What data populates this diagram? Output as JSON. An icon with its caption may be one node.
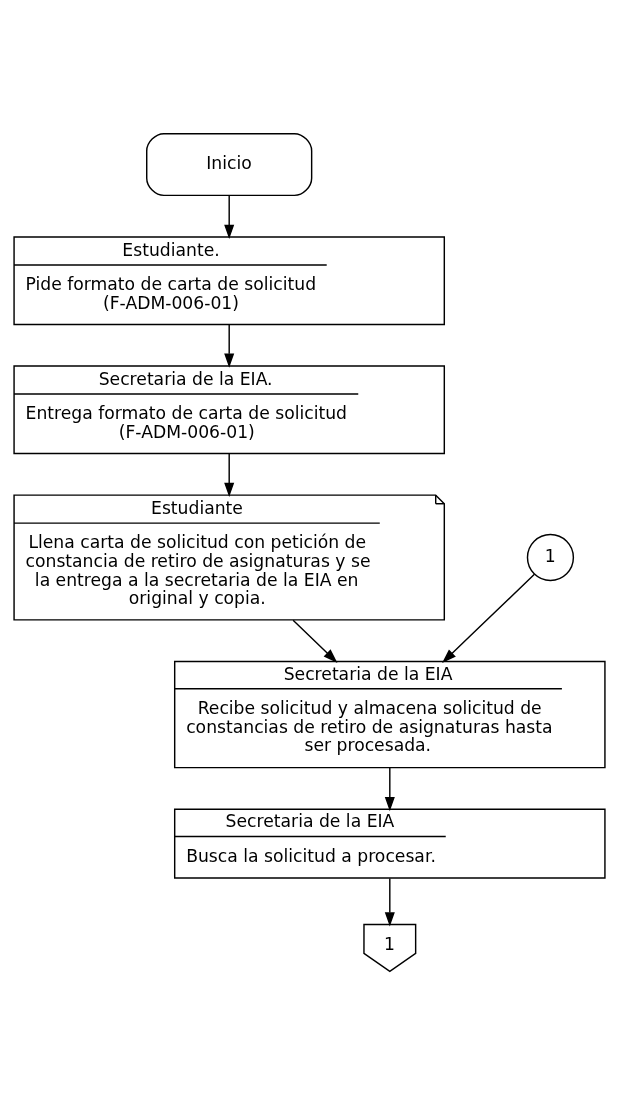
{
  "diagram": {
    "nodes": [
      {
        "text": [
          "Inicio"
        ]
      },
      {
        "text": [
          "Estudiante.",
          "Pide formato de carta de solicitud (F-ADM-006-01)"
        ]
      },
      {
        "text": [
          "Secretaria de la EIA.",
          "Entrega formato de carta de solicitud (F-ADM-006-01)"
        ]
      },
      {
        "text": [
          "Estudiante",
          "Llena carta de solicitud con petición de constancia de retiro de asignaturas y se la entrega a la secretaria de la EIA en original y copia."
        ]
      },
      {
        "text": [
          "1"
        ]
      },
      {
        "text": [
          "Secretaria de la EIA",
          "Recibe solicitud y almacena solicitud de constancias de retiro de asignaturas hasta ser procesada."
        ]
      },
      {
        "text": [
          "Secretaria de la EIA",
          "Busca la solicitud a procesar."
        ]
      },
      {
        "text": [
          "1"
        ]
      }
    ],
    "edges": [
      {
        "from": 0,
        "to": 1,
        "arrow": "to"
      },
      {
        "from": 1,
        "to": 2,
        "arrow": "to"
      },
      {
        "from": 2,
        "to": 3,
        "arrow": "to"
      },
      {
        "from": 3,
        "to": 5,
        "arrow": "to"
      },
      {
        "from": 4,
        "to": 5,
        "arrow": "to"
      },
      {
        "from": 5,
        "to": 6,
        "arrow": "to"
      },
      {
        "from": 6,
        "to": 7,
        "arrow": "to"
      }
    ]
  }
}
